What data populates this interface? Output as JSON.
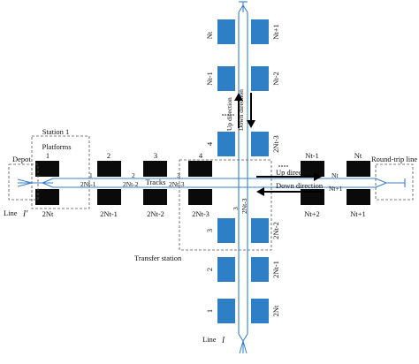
{
  "colors": {
    "track": "#3a7fc9",
    "platform_horizontal": "#0a0a0a",
    "platform_vertical": "#2f7fc7",
    "arrow": "#000000"
  },
  "labels": {
    "depot": "Depot",
    "station1": "Station 1",
    "platforms": "Platforms",
    "tracks": "Tracks",
    "up_direction": "Up direction",
    "down_direction": "Down direction",
    "round_trip_line": "Round-trip line",
    "transfer_station": "Transfer station",
    "line_h": "Line",
    "line_h_symbol": "l′",
    "line_v": "Line",
    "line_v_symbol": "l",
    "v_up_direction": "Up direction",
    "v_down_direction": "Down direction"
  },
  "horizontal": {
    "station_numbers": [
      "1",
      "2",
      "3",
      "4"
    ],
    "upper_track_numbers": [
      "1",
      "2",
      "3"
    ],
    "lower_track_numbers": [
      "2Nt-1",
      "2Nt-2",
      "2Nt-3"
    ],
    "bottom_platform_labels": [
      "2Nt",
      "2Nt-1",
      "2Nt-2",
      "2Nt-3"
    ],
    "right_station_top": [
      "Nt-1",
      "Nt"
    ],
    "right_track_upper": "Nt",
    "right_track_lower": "Nt+1",
    "right_station_bottom": [
      "Nt+2",
      "Nt+1"
    ]
  },
  "vertical": {
    "left_labels": [
      "Nt",
      "Nt-1",
      "4",
      "3",
      "2",
      "1"
    ],
    "right_labels": [
      "Nt+1",
      "Nt-2",
      "2Nt-3",
      "2Nt-2",
      "2Nt-1",
      "2Nt"
    ],
    "track_labels": [
      "3",
      "2Nt-3"
    ]
  }
}
